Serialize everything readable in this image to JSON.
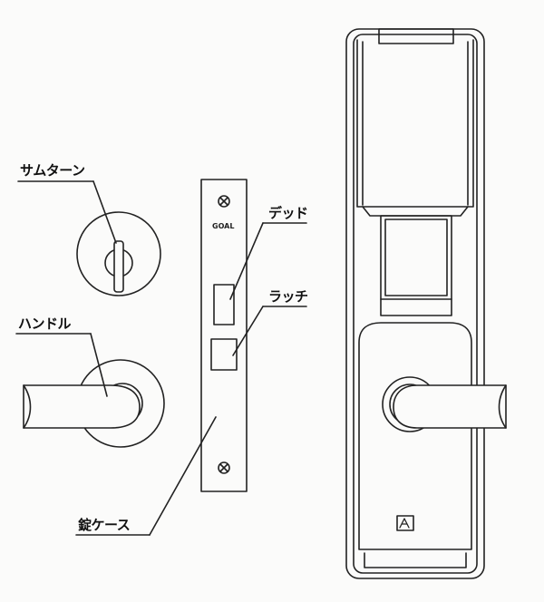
{
  "labels": {
    "thumb_turn": "サムターン",
    "handle": "ハンドル",
    "case": "錠ケース",
    "dead": "デッド",
    "latch": "ラッチ"
  },
  "faceplate": {
    "brand": "GOAL"
  },
  "icons": {
    "screw": "screw-icon",
    "brand_logo": "logo-icon"
  }
}
